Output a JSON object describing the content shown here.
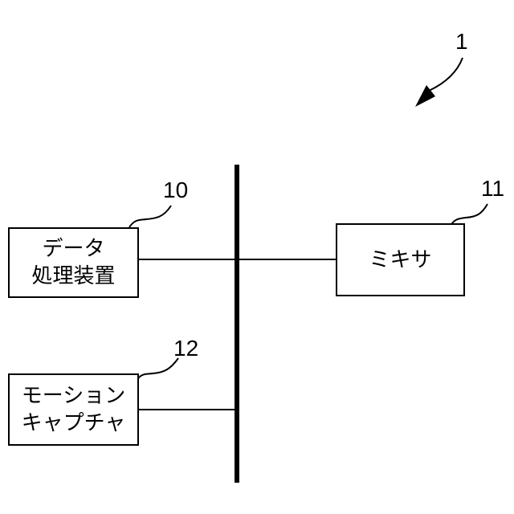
{
  "figure": {
    "system_ref": "1",
    "bus": {
      "color": "#000000"
    },
    "blocks": {
      "data_processor": {
        "ref": "10",
        "line1": "データ",
        "line2": "処理装置"
      },
      "mixer": {
        "ref": "11",
        "label": "ミキサ"
      },
      "motion_capture": {
        "ref": "12",
        "line1": "モーション",
        "line2": "キャプチャ"
      }
    }
  }
}
